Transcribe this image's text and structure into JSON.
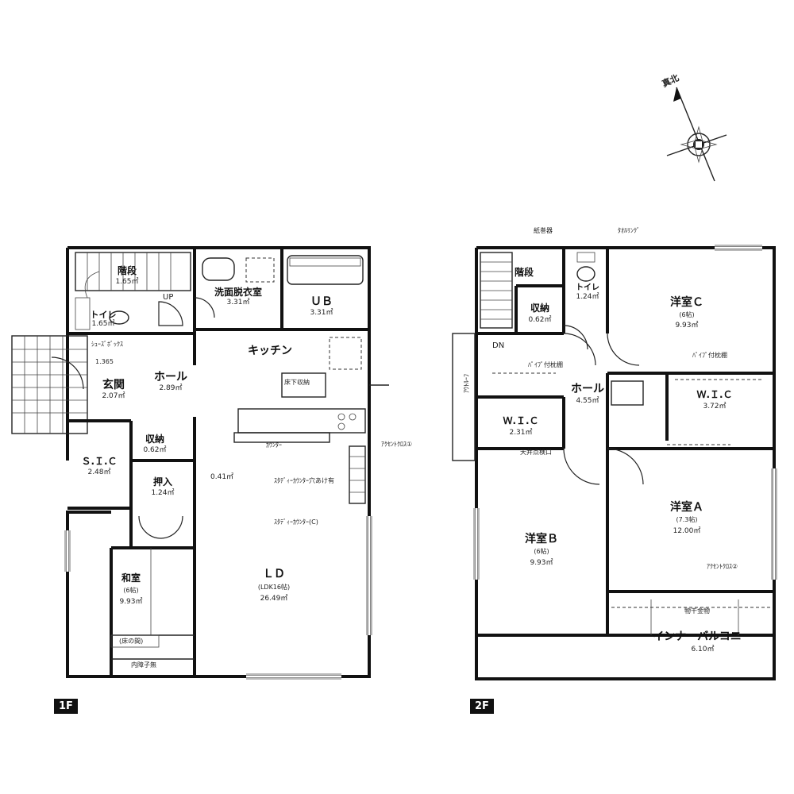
{
  "compass": {
    "label": "真北",
    "icon": "north-compass-icon"
  },
  "floors": [
    {
      "tag": "1F",
      "rooms": {
        "stairs": {
          "name": "階段",
          "area": "1.65㎡"
        },
        "toilet": {
          "name": "トイレ",
          "area": "1.65㎡"
        },
        "washroom": {
          "name": "洗面脱衣室",
          "area": "3.31㎡"
        },
        "ub": {
          "name": "ＵＢ",
          "area": "3.31㎡"
        },
        "kitchen": {
          "name": "キッチン"
        },
        "entrance": {
          "name": "玄関",
          "area": "2.07㎡"
        },
        "hall": {
          "name": "ホール",
          "area": "2.89㎡"
        },
        "storage": {
          "name": "収納",
          "area": "0.62㎡"
        },
        "sic": {
          "name": "Ｓ.Ｉ.Ｃ",
          "area": "2.48㎡"
        },
        "oshiire": {
          "name": "押入",
          "area": "1.24㎡"
        },
        "washitsu": {
          "name": "和室",
          "sub": "(6帖)",
          "area": "9.93㎡"
        },
        "ld": {
          "name": "ＬＤ",
          "sub": "(LDK16帖)",
          "area": "26.49㎡"
        }
      },
      "notes": {
        "dim": "1.365",
        "area041": "0.41㎡",
        "counter1": "ｶｳﾝﾀｰ",
        "stepdown": "ｼｭｰｽﾞﾎﾞｯｸｽ",
        "underfloor": "床下収納",
        "accent1": "ｱｸｾﾝﾄｸﾛｽ①",
        "counterC": "ｽﾀﾃﾞｨｰｶｳﾝﾀｰ(C)",
        "counterHole": "ｽﾀﾃﾞｨｰｶｳﾝﾀｰ穴あけ有",
        "tokonoma": "(床の間)",
        "rail": "内障子無",
        "upmark": "UP"
      }
    },
    {
      "tag": "2F",
      "rooms": {
        "stairs": {
          "name": "階段"
        },
        "toilet": {
          "name": "トイレ",
          "area": "1.24㎡"
        },
        "storage": {
          "name": "収納",
          "area": "0.62㎡"
        },
        "roomC": {
          "name": "洋室Ｃ",
          "sub": "(6帖)",
          "area": "9.93㎡"
        },
        "hall": {
          "name": "ホール",
          "area": "4.55㎡"
        },
        "wic1": {
          "name": "Ｗ.Ｉ.Ｃ",
          "area": "2.31㎡"
        },
        "wic2": {
          "name": "Ｗ.Ｉ.Ｃ",
          "area": "3.72㎡"
        },
        "roomA": {
          "name": "洋室Ａ",
          "sub": "(7.3帖)",
          "area": "12.00㎡"
        },
        "roomB": {
          "name": "洋室Ｂ",
          "sub": "(6帖)",
          "area": "9.93㎡"
        },
        "balcony": {
          "name": "インナーバルコニー",
          "area": "6.10㎡"
        }
      },
      "notes": {
        "paper": "紙巻器",
        "towel": "ﾀｵﾙﾘﾝｸﾞ",
        "pipe1": "ﾊﾟｲﾌﾟ付枕棚",
        "pipe2": "ﾊﾟｲﾌﾟ付枕棚",
        "accent2": "ｱｸｾﾝﾄｸﾛｽ②",
        "dryer": "物干金物",
        "dn": "DN",
        "attic": "天井点検口",
        "roof": "ｱｳﾄﾙｰﾌ"
      }
    }
  ]
}
